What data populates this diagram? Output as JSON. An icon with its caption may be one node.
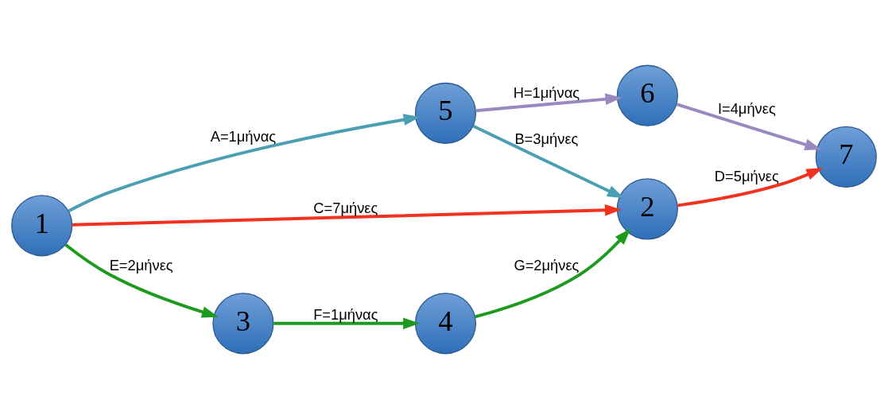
{
  "diagram": {
    "nodes": [
      {
        "text": [
          "5"
        ]
      },
      {
        "text": [
          "6"
        ]
      },
      {
        "text": [
          "1"
        ]
      },
      {
        "text": [
          "2"
        ]
      },
      {
        "text": [
          "7"
        ]
      },
      {
        "text": [
          "3"
        ]
      },
      {
        "text": [
          "4"
        ]
      }
    ],
    "edges": [
      {
        "from": 2,
        "to": 0,
        "arrow": "to",
        "label": "A=1μήνας",
        "color": "#4a9fb3"
      },
      {
        "from": 0,
        "to": 1,
        "arrow": "to",
        "label": "H=1μήνας",
        "color": "#9a88c0"
      },
      {
        "from": 0,
        "to": 3,
        "arrow": "to",
        "label": "B=3μήνες",
        "color": "#4a9fb3"
      },
      {
        "from": 1,
        "to": 4,
        "arrow": "to",
        "label": "I=4μήνες",
        "color": "#9a88c0"
      },
      {
        "from": 2,
        "to": 3,
        "arrow": "to",
        "label": "C=7μήνες",
        "color": "#f0321e"
      },
      {
        "from": 3,
        "to": 4,
        "arrow": "to",
        "label": "D=5μήνες",
        "color": "#f0321e"
      },
      {
        "from": 2,
        "to": 5,
        "arrow": "to",
        "label": "E=2μήνες",
        "color": "#1e9a1e"
      },
      {
        "from": 5,
        "to": 6,
        "arrow": "to",
        "label": "F=1μήνας",
        "color": "#1e9a1e"
      },
      {
        "from": 6,
        "to": 3,
        "arrow": "to",
        "label": "G=2μήνες",
        "color": "#1e9a1e"
      }
    ]
  }
}
